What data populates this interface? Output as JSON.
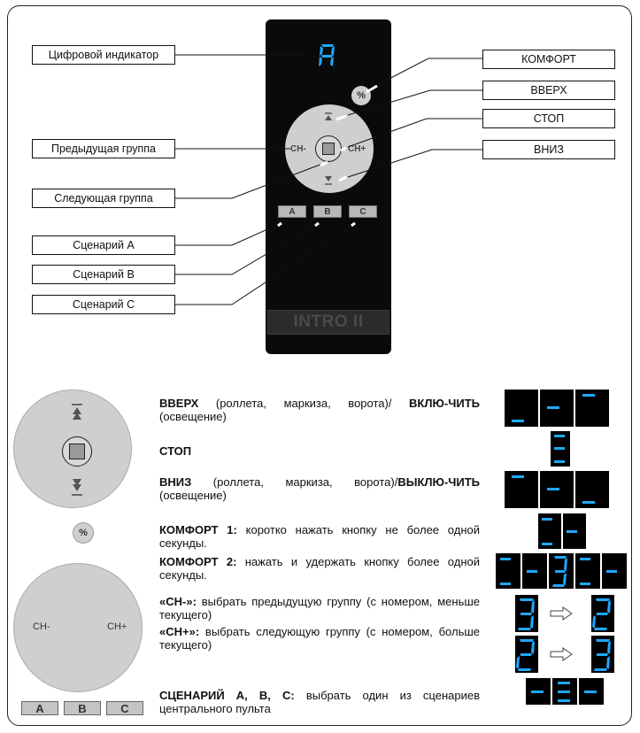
{
  "labels": {
    "digital_indicator": "Цифровой индикатор",
    "prev_group": "Предыдущая группа",
    "next_group": "Следующая группа",
    "scenario_a": "Сценарий A",
    "scenario_b": "Сценарий B",
    "scenario_c": "Сценарий C",
    "comfort": "КОМФОРТ",
    "up": "ВВЕРХ",
    "stop": "СТОП",
    "down": "ВНИЗ"
  },
  "remote": {
    "display_char": "A",
    "ch_minus": "CH-",
    "ch_plus": "CH+",
    "percent": "%",
    "btn_a": "A",
    "btn_b": "B",
    "btn_c": "C",
    "brand": "INTRO II"
  },
  "legend": {
    "up_title": "ВВЕРХ",
    "up_text": " (роллета, маркиза, ворота)/ ",
    "on_title": "ВКЛЮ-ЧИТЬ",
    "on_text": " (освещение)",
    "stop_title": "СТОП",
    "down_title": "ВНИЗ",
    "down_text": " (роллета, маркиза, ворота)/",
    "off_title": "ВЫКЛЮ-ЧИТЬ",
    "off_text": " (освещение)",
    "comfort1_title": "КОМФОРТ 1:",
    "comfort1_text": " коротко нажать кнопку не более одной секунды.",
    "comfort2_title": "КОМФОРТ 2:",
    "comfort2_text": " нажать и удержать кнопку более одной секунды.",
    "chm_title": "«CH-»:",
    "chm_text": " выбрать предыдущую группу (с номером, меньше текущего)",
    "chp_title": "«CH+»:",
    "chp_text": " выбрать следующую группу (с номером, больше текущего)",
    "scen_title": "СЦЕНАРИЙ A, B, C:",
    "scen_text": " выбрать один из сценариев центрального пульта",
    "ch_minus": "CH-",
    "ch_plus": "CH+",
    "percent": "%",
    "btn_a": "A",
    "btn_b": "B",
    "btn_c": "C"
  },
  "displays": {
    "digit_3": "3",
    "digit_2": "2"
  },
  "colors": {
    "segment": "#1ea8ff",
    "remote_body": "#0a0a0a",
    "button_gray": "#cfcfcf"
  }
}
